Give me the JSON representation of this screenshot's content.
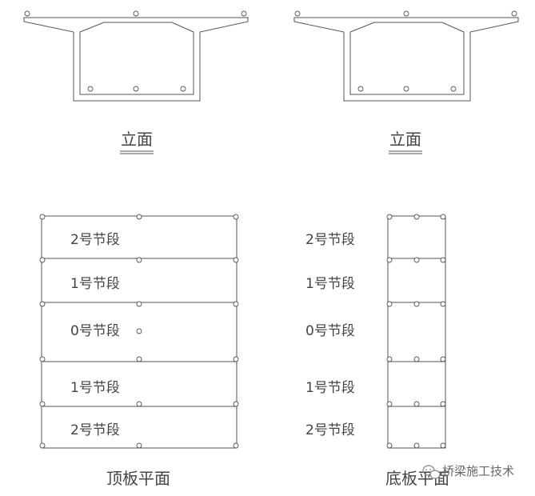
{
  "views": {
    "elevation_left_label": "立面",
    "elevation_right_label": "立面",
    "top_plan_label": "顶板平面",
    "bottom_plan_label": "底板平面"
  },
  "top_plan_segments": [
    "2号节段",
    "1号节段",
    "0号节段",
    "1号节段",
    "2号节段"
  ],
  "bottom_plan_segments": [
    "2号节段",
    "1号节段",
    "0号节段",
    "1号节段",
    "2号节段"
  ],
  "watermark": {
    "text": "桥梁施工技术",
    "icon": "wechat-logo-icon"
  }
}
